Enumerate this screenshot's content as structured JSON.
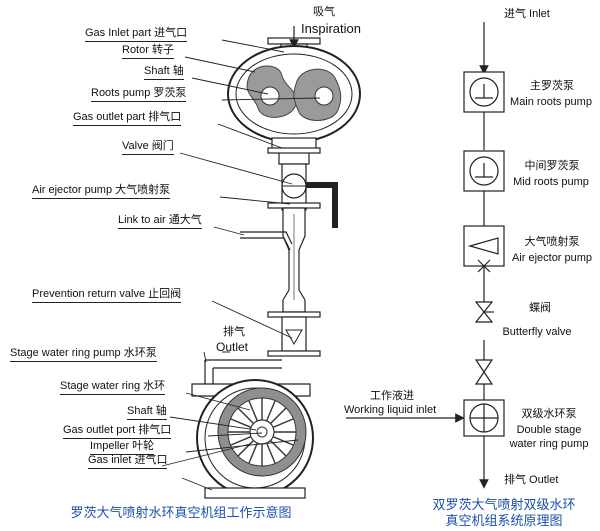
{
  "left_labels": {
    "inspiration_cn": "吸气",
    "inspiration_en": "Inspiration",
    "gas_inlet_part": "Gas Inlet part 进气口",
    "rotor": "Rotor 转子",
    "shaft_top": "Shaft 轴",
    "roots_pump": "Roots pump 罗茨泵",
    "gas_outlet_part": "Gas outlet part 排气口",
    "valve": "Valve 阀门",
    "air_ejector_pump": "Air ejector pump 大气喷射泵",
    "link_to_air": "Link to air 通大气",
    "prevention_return_valve": "Prevention return valve 止回阀",
    "outlet_cn": "排气",
    "outlet_en": "Outlet",
    "stage_water_ring_pump": "Stage water ring pump 水环泵",
    "stage_water_ring": "Stage water ring 水环",
    "shaft_bottom": "Shaft 轴",
    "gas_outlet_port": "Gas outlet port 排气口",
    "impeller": "Impeller 叶轮",
    "gas_inlet_port": "Gas inlet 进气口",
    "caption": "罗茨大气喷射水环真空机组工作示意图"
  },
  "right_labels": {
    "inlet": "进气 Inlet",
    "main_roots_cn": "主罗茨泵",
    "main_roots_en": "Main roots pump",
    "mid_roots_cn": "中间罗茨泵",
    "mid_roots_en": "Mid roots pump",
    "air_ejector_cn": "大气喷射泵",
    "air_ejector_en": "Air ejector pump",
    "butterfly_cn": "蝶阀",
    "butterfly_en": "Butterfly valve",
    "working_liquid_cn": "工作液进",
    "working_liquid_en": "Working liquid inlet",
    "double_stage_cn": "双级水环泵",
    "double_stage_en1": "Double stage",
    "double_stage_en2": "water ring pump",
    "outlet": "排气 Outlet",
    "caption_line1": "双罗茨大气喷射双级水环",
    "caption_line2": "真空机组系统原理图"
  },
  "colors": {
    "caption": "#1b4fae",
    "rotor": "#9a9a9a",
    "line": "#222222"
  }
}
